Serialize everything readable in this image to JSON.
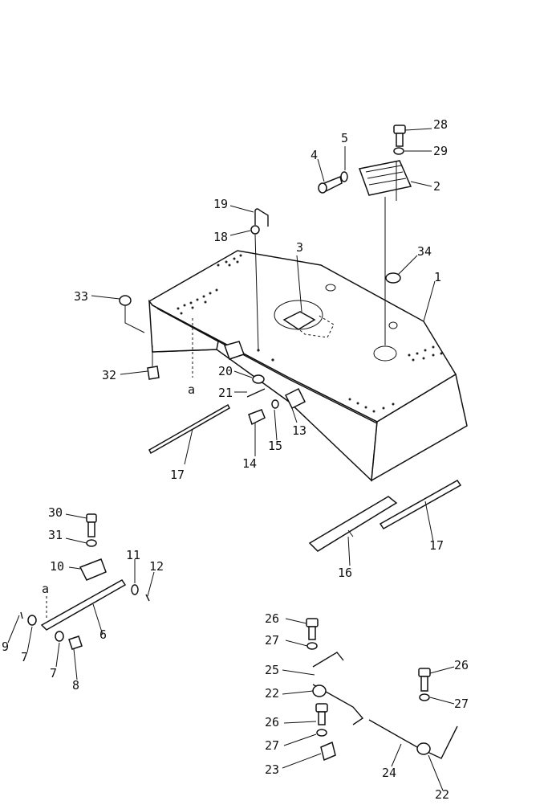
{
  "header_marks": "",
  "callouts": {
    "c1": "1",
    "c2": "2",
    "c3": "3",
    "c4": "4",
    "c5": "5",
    "c6": "6",
    "c7a": "7",
    "c7b": "7",
    "c8": "8",
    "c9": "9",
    "c10": "10",
    "c11": "11",
    "c12": "12",
    "c13": "13",
    "c14": "14",
    "c15": "15",
    "c16": "16",
    "c17a": "17",
    "c17b": "17",
    "c18": "18",
    "c19": "19",
    "c20": "20",
    "c21": "21",
    "c22a": "22",
    "c22b": "22",
    "c23": "23",
    "c24": "24",
    "c25": "25",
    "c26a": "26",
    "c26b": "26",
    "c26c": "26",
    "c27a": "27",
    "c27b": "27",
    "c27c": "27",
    "c28": "28",
    "c29": "29",
    "c30": "30",
    "c31": "31",
    "c32": "32",
    "c33": "33",
    "c34": "34"
  },
  "reference_marks": {
    "a_upper": "a",
    "a_lower": "a"
  }
}
